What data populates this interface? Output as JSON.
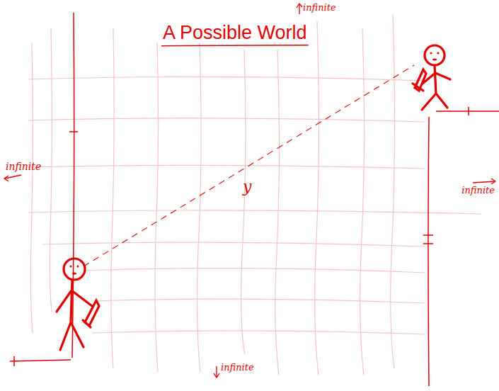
{
  "diagram": {
    "title": "A Possible World",
    "labels": [
      "infinite",
      "infinite",
      "y",
      "infinite",
      "infinite"
    ]
  }
}
